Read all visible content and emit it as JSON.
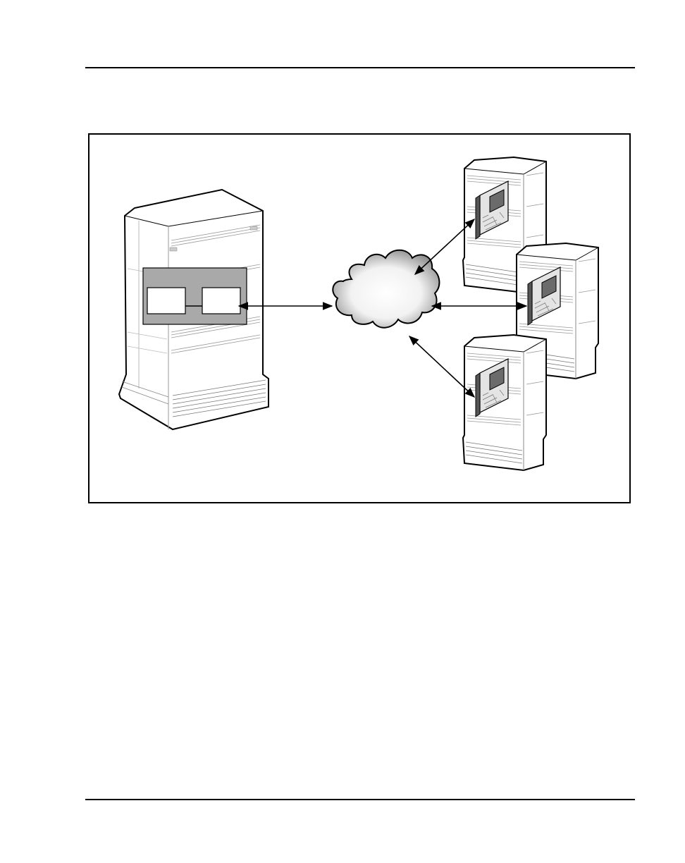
{
  "diagram": {
    "nodes": [
      {
        "id": "main-cabinet",
        "kind": "equipment-cabinet",
        "contains": [
          "module-box-left",
          "module-box-right"
        ]
      },
      {
        "id": "network-cloud",
        "kind": "cloud"
      },
      {
        "id": "remote-cabinet-top",
        "kind": "equipment-cabinet-with-card"
      },
      {
        "id": "remote-cabinet-middle",
        "kind": "equipment-cabinet-with-card"
      },
      {
        "id": "remote-cabinet-bottom",
        "kind": "equipment-cabinet-with-card"
      }
    ],
    "edges": [
      {
        "from": "module-box-right",
        "to": "network-cloud",
        "style": "double-arrow"
      },
      {
        "from": "network-cloud",
        "to": "remote-cabinet-top",
        "style": "double-arrow"
      },
      {
        "from": "network-cloud",
        "to": "remote-cabinet-middle",
        "style": "double-arrow"
      },
      {
        "from": "network-cloud",
        "to": "remote-cabinet-bottom",
        "style": "double-arrow"
      }
    ],
    "colors": {
      "line": "#000000",
      "panel": "#a9a9a9",
      "cloud_edge": "#9a9a9a",
      "cabinet_fill": "#ffffff",
      "card_fill": "#6b6b6b"
    }
  }
}
